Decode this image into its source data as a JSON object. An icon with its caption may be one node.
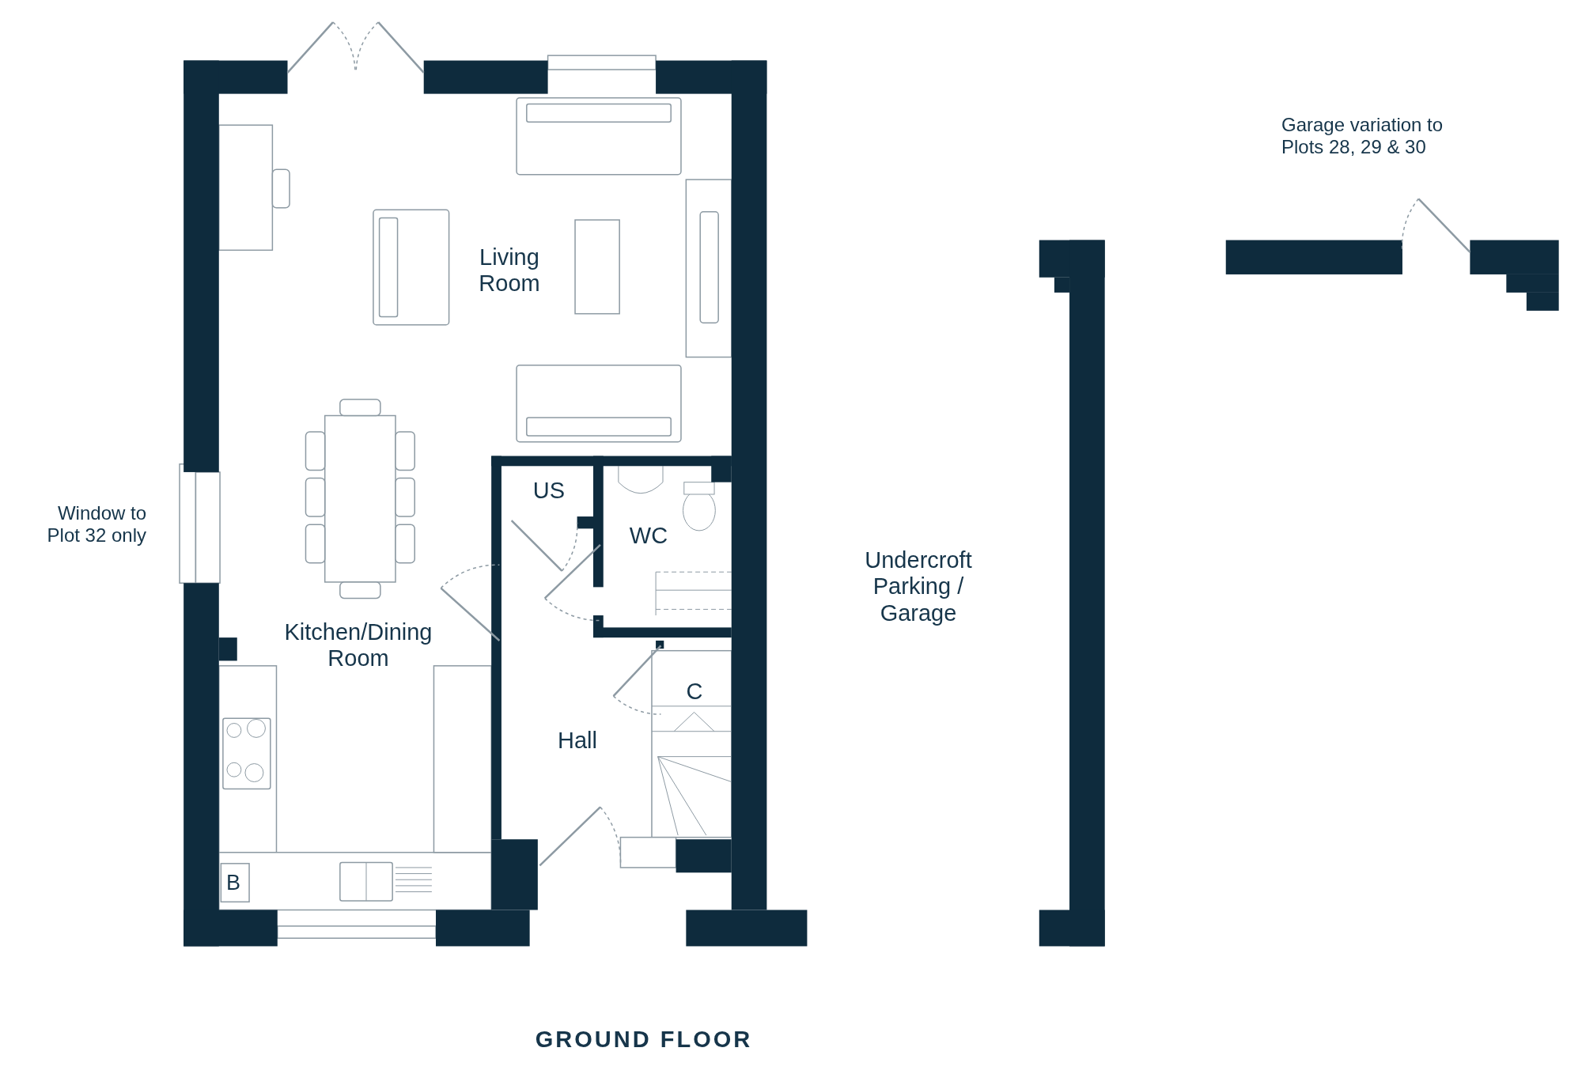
{
  "diagram": {
    "title": "GROUND FLOOR",
    "labels": [
      "Garage variation to Plots 28, 29 & 30",
      "Living Room",
      "US",
      "Window to Plot 32 only",
      "WC",
      "Undercroft Parking / Garage",
      "Kitchen/Dining Room",
      "C",
      "Hall",
      "B"
    ]
  }
}
